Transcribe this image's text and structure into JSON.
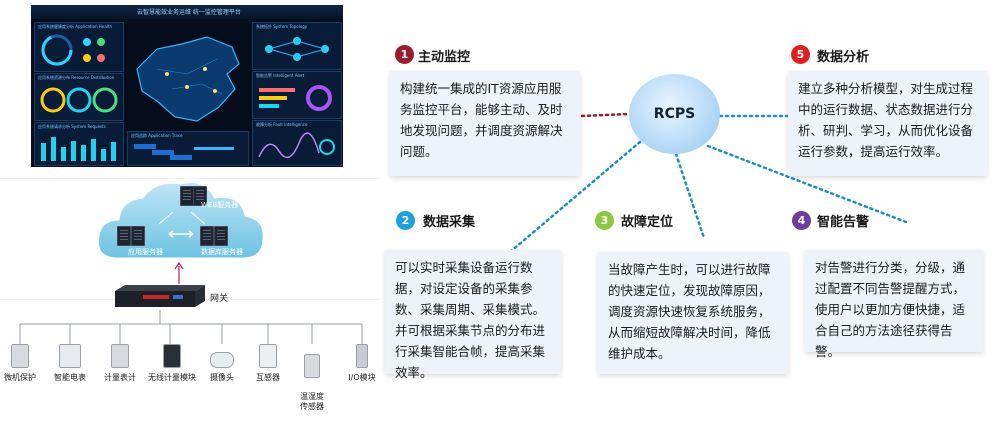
{
  "dashboard": {
    "title": "云智慧能效业务运维 统一监控管理平台",
    "panels": [
      {
        "title": "应用系统健康度分析 Application Health"
      },
      {
        "title": "应用系统资源分布 Resource Distribution"
      },
      {
        "title": "应用系统请求分析 System Requests"
      },
      {
        "title": "系统拓扑 System Topology"
      },
      {
        "title": "智能告警 Intelligent Alert"
      },
      {
        "title": "故障分析 Fault Intelligence"
      },
      {
        "title": "应用追踪 Application Trace"
      }
    ]
  },
  "cloud": {
    "web_server": "WEB服务器",
    "app_server": "应用服务器",
    "db_server": "数据库服务器"
  },
  "gateway": {
    "label": "网关"
  },
  "devices": [
    {
      "label": "微机保护"
    },
    {
      "label": "智能电表"
    },
    {
      "label": "计量表计"
    },
    {
      "label": "无线计量模块"
    },
    {
      "label": "摄像头"
    },
    {
      "label": "互感器"
    },
    {
      "label": "温湿度\n传感器"
    },
    {
      "label": "I/O模块"
    }
  ],
  "center": {
    "label": "RCPS"
  },
  "steps": [
    {
      "num": "1",
      "title": "主动监控",
      "color": "#9b1c2e",
      "text": "构建统一集成的IT资源应用服务监控平台，能够主动、及时地发现问题，并调度资源解决问题。"
    },
    {
      "num": "2",
      "title": "数据采集",
      "color": "#1ea0dc",
      "text": "可以实时采集设备运行数据，对设定设备的采集参数、采集周期、采集模式。并可根据采集节点的分布进行采集智能合帧，提高采集效率。"
    },
    {
      "num": "3",
      "title": "故障定位",
      "color": "#8dc63f",
      "text": "当故障产生时，可以进行故障的快速定位，发现故障原因，调度资源快速恢复系统服务，从而缩短故障解决时间，降低维护成本。"
    },
    {
      "num": "4",
      "title": "智能告警",
      "color": "#6a3fa0",
      "text": "对告警进行分类，分级，通过配置不同告警提醒方式，使用户以更加方便快捷，适合自己的方法途径获得告警。"
    },
    {
      "num": "5",
      "title": "数据分析",
      "color": "#e02020",
      "text": "建立多种分析模型，对生成过程中的运行数据、状态数据进行分析、研判、学习，从而优化设备运行参数，提高运行效率。"
    }
  ],
  "colors": {
    "connector_red": "#9b1c2e",
    "connector_blue": "#1a8fc7",
    "box_bg": "#eef3fa"
  }
}
